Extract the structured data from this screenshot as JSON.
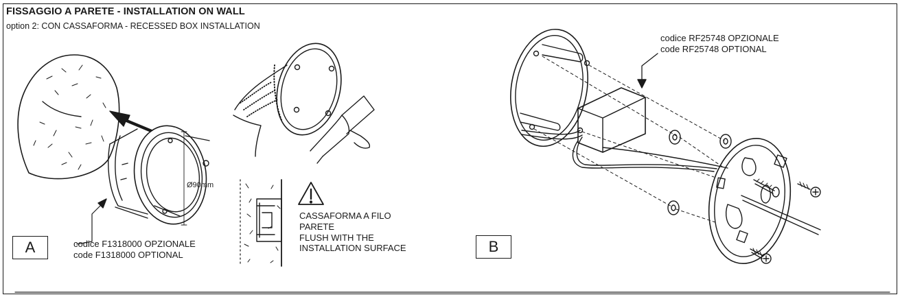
{
  "header": {
    "title": "FISSAGGIO A PARETE - INSTALLATION ON WALL",
    "subtitle": "option 2: CON CASSAFORMA - RECESSED BOX INSTALLATION"
  },
  "panel_a": {
    "letter": "A",
    "diameter": "Ø90mm",
    "code_it": "codice F1318000 OPZIONALE",
    "code_en": "code F1318000 OPTIONAL"
  },
  "warning": {
    "line1": "CASSAFORMA A FILO",
    "line2": "PARETE",
    "line3": "FLUSH WITH THE",
    "line4": "INSTALLATION SURFACE"
  },
  "panel_b": {
    "letter": "B",
    "code_it": "codice RF25748 OPZIONALE",
    "code_en": "code RF25748 OPTIONAL"
  },
  "icons": [
    "warning-triangle-icon",
    "arrow-icon"
  ],
  "colors": {
    "ink": "#1a1a1a",
    "background": "#ffffff"
  }
}
